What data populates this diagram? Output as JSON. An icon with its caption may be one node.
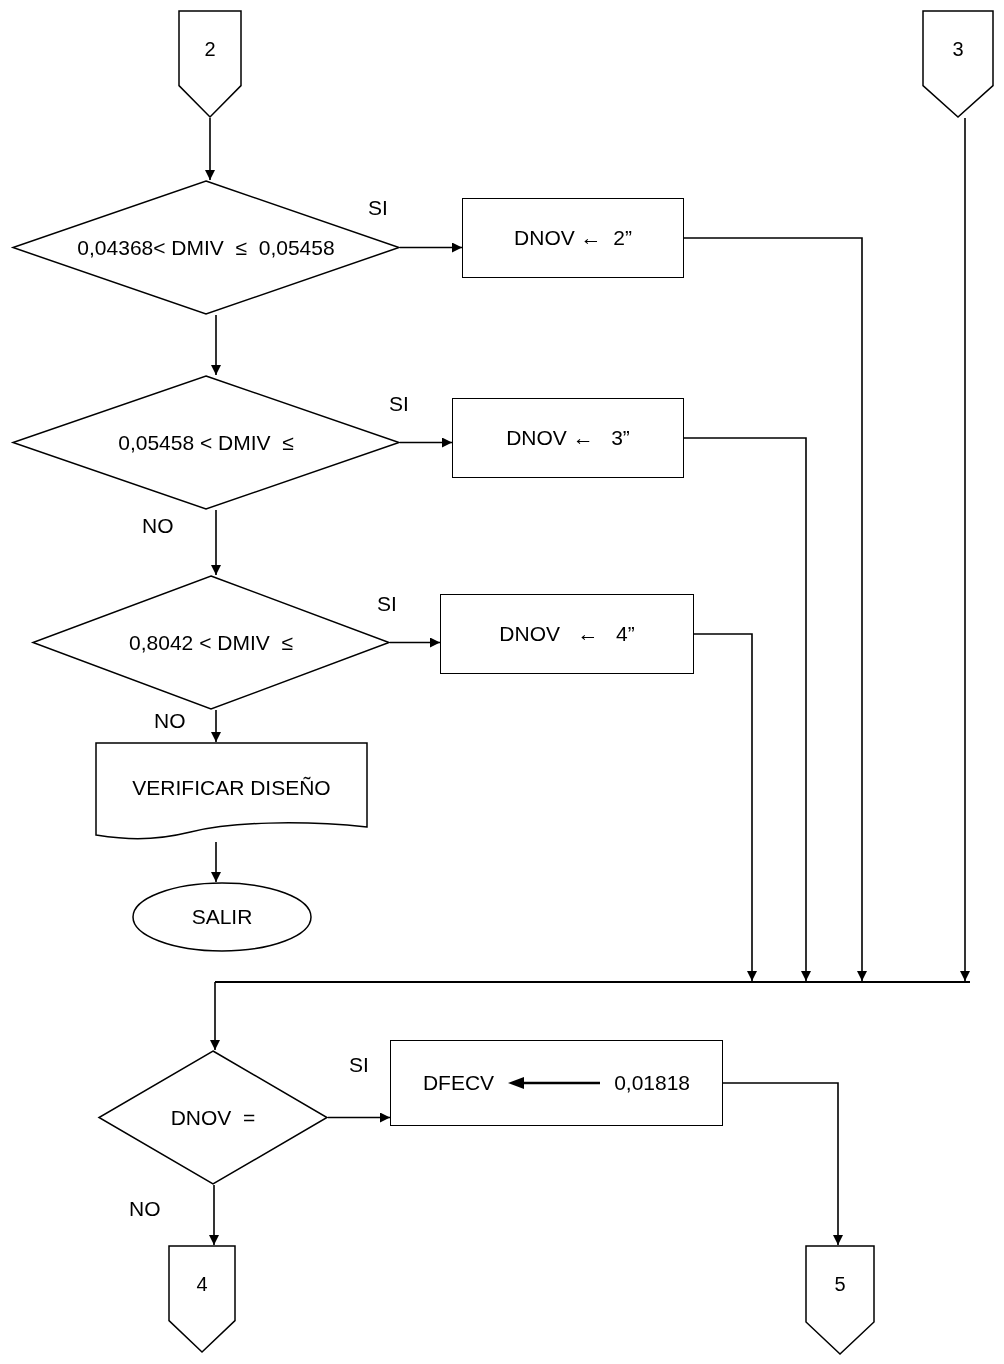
{
  "diagram": {
    "nodes": [
      {
        "text": [
          "2"
        ]
      },
      {
        "text": [
          "3"
        ]
      },
      {
        "text": [
          "0,04368< DMIV  ≤  0,05458"
        ]
      },
      {
        "text": [
          "DNOV ←  2”"
        ]
      },
      {
        "text": [
          "0,05458 < DMIV  ≤"
        ]
      },
      {
        "text": [
          "DNOV ←   3”"
        ]
      },
      {
        "text": [
          "0,8042 < DMIV  ≤"
        ]
      },
      {
        "text": [
          "DNOV   ←   4”"
        ]
      },
      {
        "text": [
          "VERIFICAR DISEÑO"
        ]
      },
      {
        "text": [
          "SALIR"
        ]
      },
      {
        "text": [],
        "shape": "bar"
      },
      {
        "text": [
          "DNOV  ="
        ]
      },
      {
        "text": [
          "DFECV",
          "0,01818"
        ]
      },
      {
        "text": [
          "4"
        ]
      },
      {
        "text": [
          "5"
        ]
      }
    ],
    "edges": [
      {
        "from": 0,
        "to": 2,
        "arrow": "to"
      },
      {
        "from": 2,
        "to": 3,
        "arrow": "to",
        "label": "SI"
      },
      {
        "from": 3,
        "to": 10,
        "arrow": "to"
      },
      {
        "from": 2,
        "to": 4,
        "arrow": "to"
      },
      {
        "from": 4,
        "to": 5,
        "arrow": "to",
        "label": "SI"
      },
      {
        "from": 5,
        "to": 10,
        "arrow": "to"
      },
      {
        "from": 4,
        "to": 6,
        "arrow": "to",
        "label": "NO"
      },
      {
        "from": 6,
        "to": 7,
        "arrow": "to",
        "label": "SI"
      },
      {
        "from": 7,
        "to": 10,
        "arrow": "to"
      },
      {
        "from": 6,
        "to": 8,
        "arrow": "to",
        "label": "NO"
      },
      {
        "from": 8,
        "to": 9,
        "arrow": "to"
      },
      {
        "from": 1,
        "to": 10,
        "arrow": "to"
      },
      {
        "from": 10,
        "to": 11,
        "arrow": "to"
      },
      {
        "from": 11,
        "to": 12,
        "arrow": "to",
        "label": "SI"
      },
      {
        "from": 12,
        "to": 14,
        "arrow": "to"
      },
      {
        "from": 11,
        "to": 13,
        "arrow": "to",
        "label": "NO"
      }
    ]
  }
}
